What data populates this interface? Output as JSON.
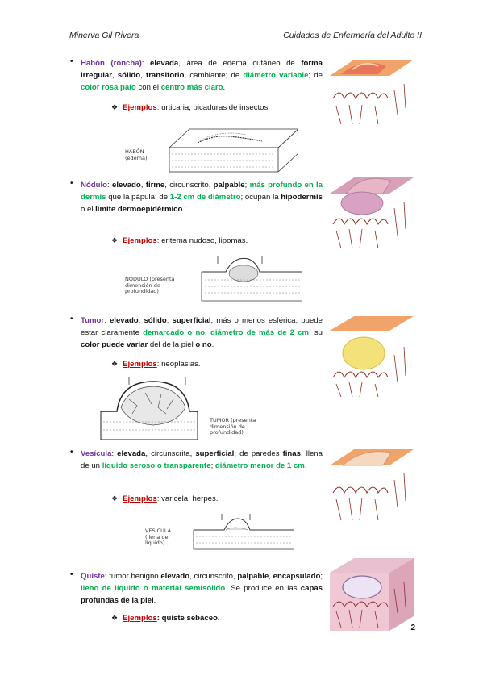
{
  "header": {
    "left": "Minerva Gil Rivera",
    "right": "Cuidados de Enfermería del Adulto II"
  },
  "sections": [
    {
      "term": "Habón (roncha)",
      "parts": [
        ": ",
        "elevada",
        ", área de edema cutáneo de ",
        "forma irregular",
        ", ",
        "sólido",
        ", ",
        "transitorio",
        ", cambiante; de ",
        "diámetro variable",
        "; de ",
        "color rosa palo",
        " con el ",
        "centro más claro",
        "."
      ],
      "example_label": "Ejemplos",
      "example_text": ": urticaria, picaduras de insectos.",
      "diagram_label": [
        "HABÓN",
        "(edema)"
      ]
    },
    {
      "term": "Nódulo",
      "parts": [
        ": ",
        "elevado",
        ", ",
        "firme",
        ", circunscrito, ",
        "palpable",
        "; ",
        "más profundo en la dermis",
        " que la pápula; de ",
        "1-2 cm de diámetro",
        "; ocupan la ",
        "hipodermis",
        " o el ",
        "límite dermoepidérmico",
        "."
      ],
      "example_label": "Ejemplos",
      "example_text": ": eritema nudoso, lipomas.",
      "diagram_label": [
        "NÓDULO (presenta",
        "dimensión de",
        "profundidad)"
      ]
    },
    {
      "term": "Tumor",
      "parts": [
        ": ",
        "elevado",
        ", ",
        "sólido",
        "; ",
        "superficial",
        ", más o menos esférica; puede estar claramente ",
        "demarcado o no",
        "; ",
        "diámetro de más de 2 cm",
        "; su ",
        "color puede variar",
        " del de la piel ",
        "o no",
        "."
      ],
      "example_label": "Ejemplos",
      "example_text": ": neoplasias.",
      "diagram_label": [
        "TUMOR (presenta",
        "dimensión de",
        "profundidad)"
      ]
    },
    {
      "term": "Vesícula",
      "parts": [
        ": ",
        "elevada",
        ", circunscrita, ",
        "superficial",
        "; de paredes ",
        "finas",
        ", llena de un ",
        "líquido seroso o transparente",
        "; ",
        "diámetro menor de 1 cm",
        "."
      ],
      "example_label": "Ejemplos",
      "example_text": ": varicela, herpes.",
      "diagram_label": [
        "VESÍCULA",
        "(llena de",
        "líquido)"
      ]
    },
    {
      "term": "Quiste",
      "parts": [
        ": tumor benigno ",
        "elevado",
        ", circunscrito, ",
        "palpable",
        ", ",
        "encapsulado",
        "; ",
        "lleno de líquido o material semisólido",
        ". Se produce en las ",
        "capas profundas de la piel",
        "."
      ],
      "example_label": "Ejemplos",
      "example_text": ": quiste sebáceo."
    }
  ],
  "page_number": "2",
  "colors": {
    "term": "#7030a0",
    "highlight": "#00b050",
    "example": "#c00000"
  }
}
